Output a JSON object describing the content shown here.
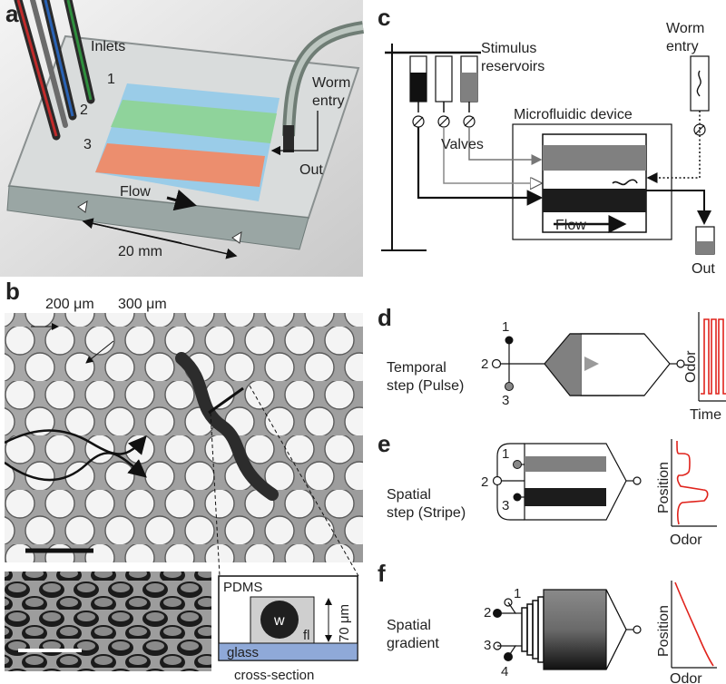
{
  "panels": {
    "a": {
      "letter": "a",
      "inlets": "Inlets",
      "inlet_numbers": [
        "1",
        "2",
        "3"
      ],
      "worm_entry": [
        "Worm",
        "entry"
      ],
      "out": "Out",
      "flow": "Flow",
      "scale": "20 mm"
    },
    "b": {
      "letter": "b",
      "dim_small": "200 μm",
      "dim_large": "300 μm",
      "inset": {
        "pdms": "PDMS",
        "worm": "w",
        "fluid": "fl",
        "height": "70 μm",
        "glass": "glass",
        "caption": "cross-section"
      }
    },
    "c": {
      "letter": "c",
      "stimulus": [
        "Stimulus",
        "reservoirs"
      ],
      "worm_entry": [
        "Worm",
        "entry"
      ],
      "device": "Microfluidic device",
      "valves": "Valves",
      "flow": "Flow",
      "out": "Out"
    },
    "d": {
      "letter": "d",
      "title": [
        "Temporal",
        "step (Pulse)"
      ],
      "inlets": [
        "1",
        "2",
        "3"
      ],
      "ylabel": "Odor",
      "xlabel": "Time"
    },
    "e": {
      "letter": "e",
      "title": [
        "Spatial",
        "step (Stripe)"
      ],
      "inlets": [
        "1",
        "2",
        "3"
      ],
      "ylabel": "Position",
      "xlabel": "Odor"
    },
    "f": {
      "letter": "f",
      "title": [
        "Spatial",
        "gradient"
      ],
      "inlets": [
        "1",
        "2",
        "3",
        "4"
      ],
      "ylabel": "Position",
      "xlabel": "Odor"
    }
  },
  "colors": {
    "trace": "#e0231c",
    "glass": "#8fa9d8",
    "stripe_blue": "#8ec9ea",
    "stripe_green": "#8fd39b",
    "stripe_red": "#ec8e6e",
    "grey": "#808080",
    "dark": "#1c1c1c"
  }
}
